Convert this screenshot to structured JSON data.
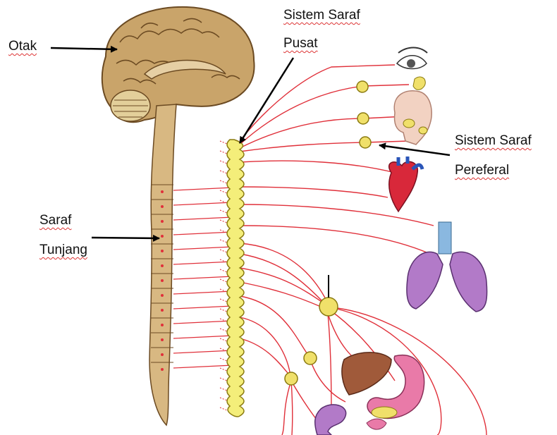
{
  "labels": {
    "otak": "Otak",
    "sistem_saraf": "Sistem Saraf",
    "pusat": "Pusat",
    "sistem_saraf_2": "Sistem Saraf",
    "pereferal": "Pereferal",
    "saraf": "Saraf",
    "tunjang": "Tunjang"
  },
  "colors": {
    "brain": "#c9a46a",
    "brain_outline": "#6b4a22",
    "spinal_cord": "#f4ee7a",
    "spinal_outline": "#8a7a10",
    "nerve": "#e0303a",
    "ganglion": "#f0e06a",
    "heart": "#d8283a",
    "lungs": "#b27ac8",
    "liver": "#a05a3a",
    "stomach": "#e97aa8",
    "arrow": "#000000"
  },
  "icons": [
    "eye-icon",
    "head-icon",
    "heart-icon",
    "lungs-icon",
    "liver-icon",
    "stomach-icon",
    "intestine-icon"
  ]
}
